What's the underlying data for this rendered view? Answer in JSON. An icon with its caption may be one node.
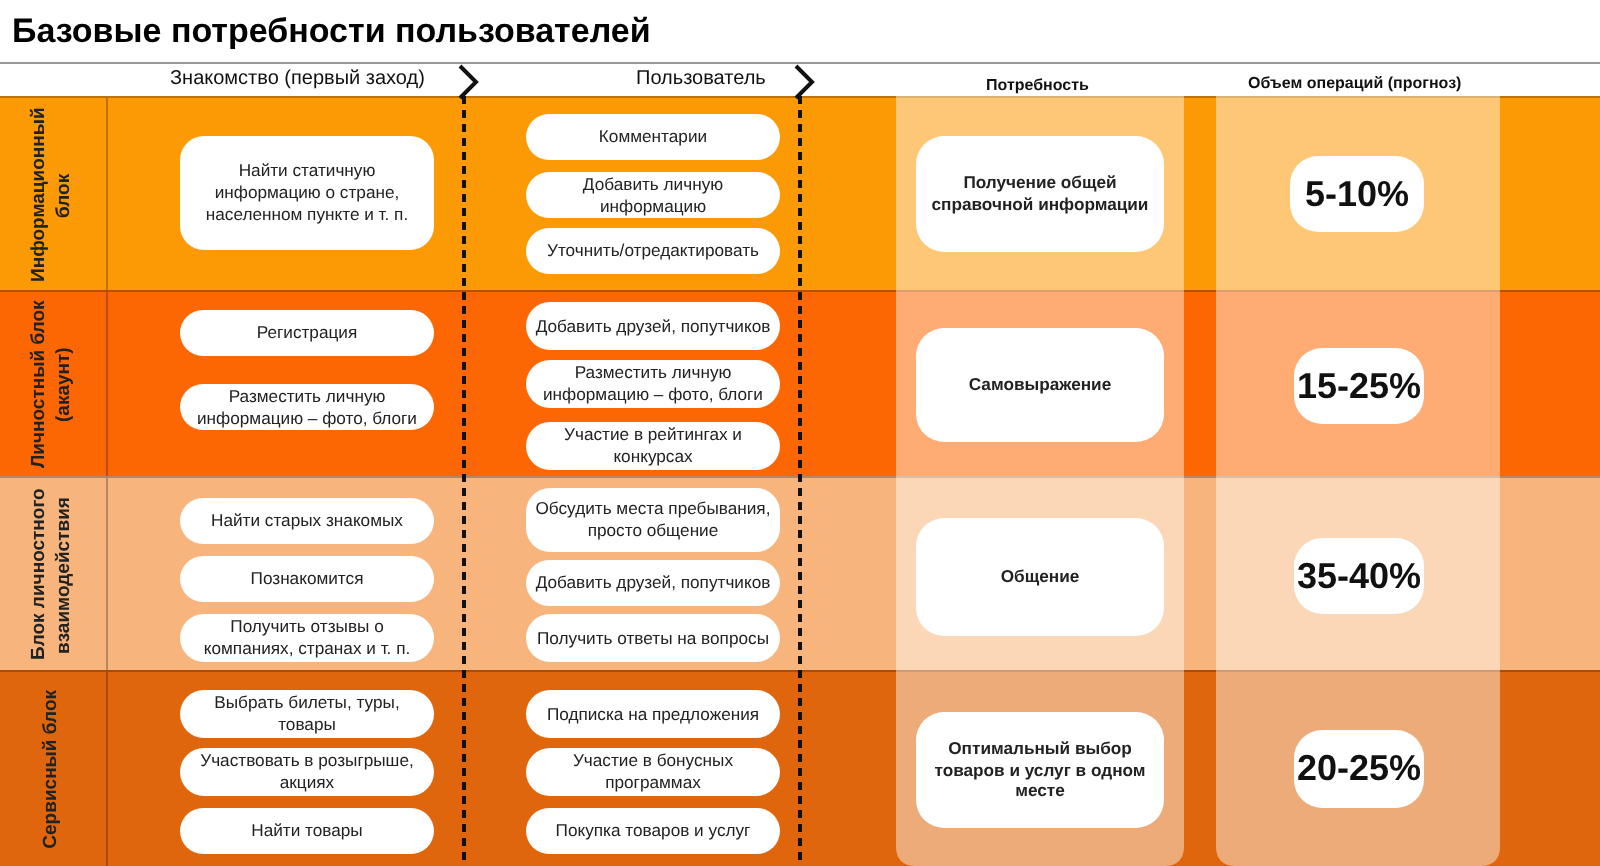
{
  "diagram": {
    "title": "Базовые потребности пользователей",
    "nodes": [
      {
        "text": [
          "Информационный блок"
        ]
      },
      {
        "text": [
          "Найти статичную информацию о стране, населенном пункте и т. п."
        ],
        "in": 0
      },
      {
        "text": [
          "Комментарии"
        ],
        "in": 0
      },
      {
        "text": [
          "Добавить личную информацию"
        ],
        "in": 0
      },
      {
        "text": [
          "Уточнить/отредактировать"
        ],
        "in": 0
      },
      {
        "text": [
          "Получение общей справочной информации"
        ],
        "in": 0
      },
      {
        "text": [
          "5-10%"
        ],
        "in": 0
      },
      {
        "text": [
          "Личностный блок (акаунт)"
        ]
      },
      {
        "text": [
          "Регистрация"
        ],
        "in": 7
      },
      {
        "text": [
          "Разместить личную информацию – фото, блоги"
        ],
        "in": 7
      },
      {
        "text": [
          "Добавить друзей, попутчиков"
        ],
        "in": 7
      },
      {
        "text": [
          "Разместить личную информацию – фото, блоги"
        ],
        "in": 7
      },
      {
        "text": [
          "Участие в рейтингах и конкурсах"
        ],
        "in": 7
      },
      {
        "text": [
          "Самовыражение"
        ],
        "in": 7
      },
      {
        "text": [
          "15-25%"
        ],
        "in": 7
      },
      {
        "text": [
          "Блок личностного взаимодействия"
        ]
      },
      {
        "text": [
          "Найти старых знакомых"
        ],
        "in": 15
      },
      {
        "text": [
          "Познакомится"
        ],
        "in": 15
      },
      {
        "text": [
          "Получить отзывы о компаниях, странах и т. п."
        ],
        "in": 15
      },
      {
        "text": [
          "Обсудить места пребывания, просто общение"
        ],
        "in": 15
      },
      {
        "text": [
          "Добавить друзей, попутчиков"
        ],
        "in": 15
      },
      {
        "text": [
          "Получить ответы на вопросы"
        ],
        "in": 15
      },
      {
        "text": [
          "Общение"
        ],
        "in": 15
      },
      {
        "text": [
          "35-40%"
        ],
        "in": 15
      },
      {
        "text": [
          "Сервисный блок"
        ]
      },
      {
        "text": [
          "Выбрать билеты, туры, товары"
        ],
        "in": 24
      },
      {
        "text": [
          "Участвовать в розыгрыше, акциях"
        ],
        "in": 24
      },
      {
        "text": [
          "Найти товары"
        ],
        "in": 24
      },
      {
        "text": [
          "Подписка на предложения"
        ],
        "in": 24
      },
      {
        "text": [
          "Участие в бонусных программах"
        ],
        "in": 24
      },
      {
        "text": [
          "Покупка товаров и услуг"
        ],
        "in": 24
      },
      {
        "text": [
          "Оптимальный выбор товаров и услуг в одном месте"
        ],
        "in": 24
      },
      {
        "text": [
          "20-25%"
        ],
        "in": 24
      }
    ],
    "labels": [
      "Знакомство (первый заход)",
      "Пользователь",
      "Потребность",
      "Объем операций (прогноз)"
    ]
  }
}
